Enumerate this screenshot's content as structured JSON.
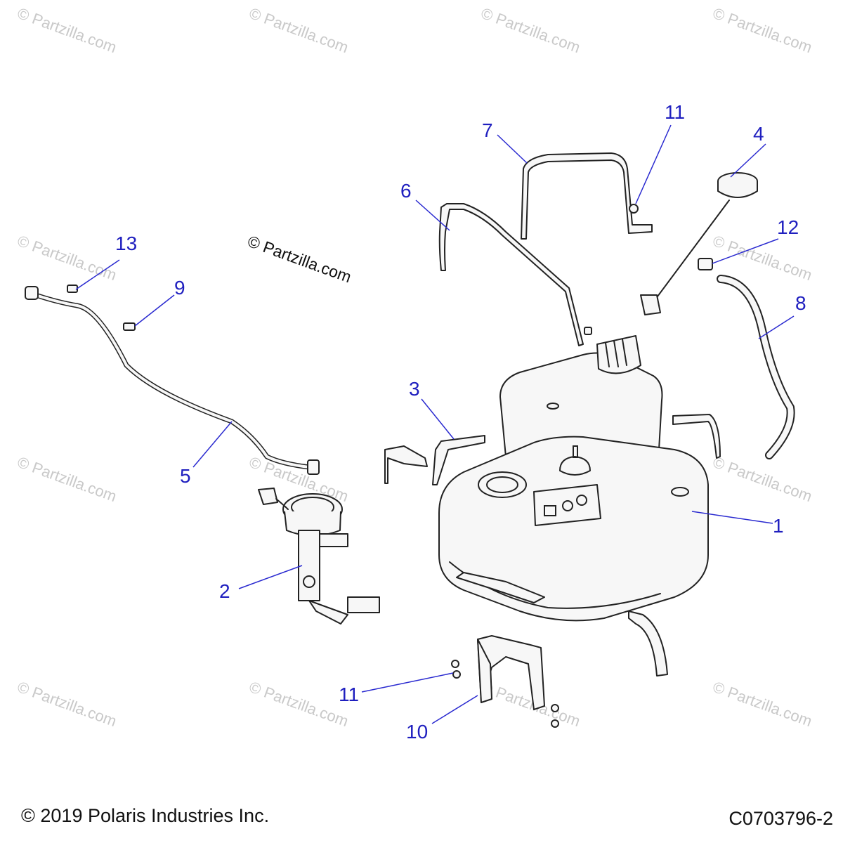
{
  "watermark_text": "© Partzilla.com",
  "center_watermark": "© Partzilla.com",
  "callouts": {
    "c1": "1",
    "c2": "2",
    "c3": "3",
    "c4": "4",
    "c5": "5",
    "c6": "6",
    "c7": "7",
    "c8": "8",
    "c9": "9",
    "c10": "10",
    "c11a": "11",
    "c11b": "11",
    "c12": "12",
    "c13": "13"
  },
  "footer": {
    "copyright": "© 2019 Polaris Industries Inc.",
    "part_number": "C0703796-2"
  },
  "colors": {
    "callout": "#1f1fbf",
    "leader": "#2a2ad0",
    "watermark": "#c9c9c9"
  }
}
